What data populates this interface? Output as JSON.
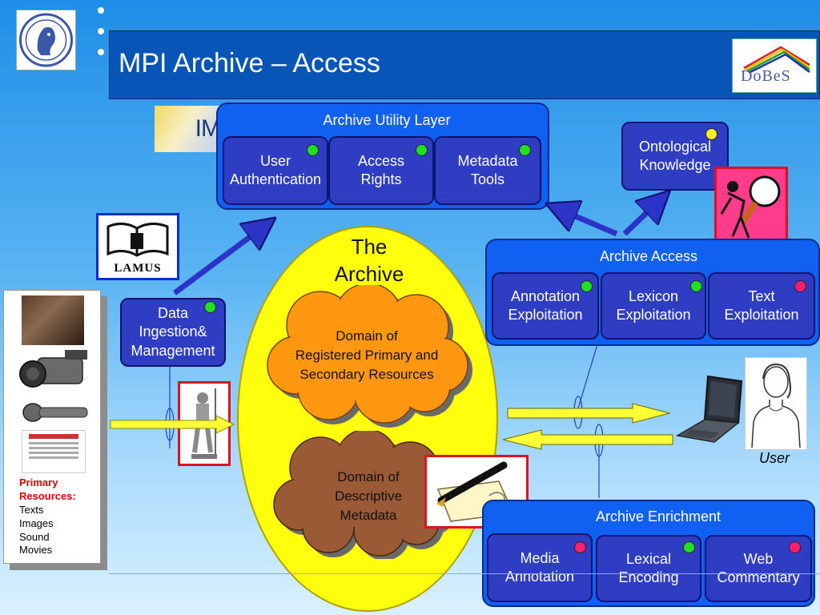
{
  "title": "MPI Archive – Access",
  "logos": {
    "imdi": "IMDI",
    "dobes": "DoBeS",
    "lamus": "LAMUS"
  },
  "utility_layer": {
    "title": "Archive Utility Layer",
    "items": [
      {
        "label_line1": "User",
        "label_line2": "Authentication",
        "status": "green"
      },
      {
        "label_line1": "Access",
        "label_line2": "Rights",
        "status": "green"
      },
      {
        "label_line1": "Metadata",
        "label_line2": "Tools",
        "status": "green"
      }
    ]
  },
  "ontological": {
    "line1": "Ontological",
    "line2": "Knowledge",
    "status": "yellow"
  },
  "ingestion": {
    "line1": "Data",
    "line2": "Ingestion&",
    "line3": "Management",
    "status": "green"
  },
  "archive": {
    "title_line1": "The",
    "title_line2": "Archive",
    "registered": {
      "line1": "Domain of",
      "line2": "Registered Primary and",
      "line3": "Secondary Resources"
    },
    "descriptive": {
      "line1": "Domain of",
      "line2": "Descriptive",
      "line3": "Metadata"
    }
  },
  "archive_access": {
    "title": "Archive Access",
    "items": [
      {
        "label_line1": "Annotation",
        "label_line2": "Exploitation",
        "status": "green"
      },
      {
        "label_line1": "Lexicon",
        "label_line2": "Exploitation",
        "status": "green"
      },
      {
        "label_line1": "Text",
        "label_line2": "Exploitation",
        "status": "red"
      }
    ]
  },
  "archive_enrichment": {
    "title": "Archive Enrichment",
    "items": [
      {
        "label_line1": "Media",
        "label_line2": "Annotation",
        "status": "red"
      },
      {
        "label_line1": "Lexical",
        "label_line2": "Encoding",
        "status": "green"
      },
      {
        "label_line1": "Web",
        "label_line2": "Commentary",
        "status": "red"
      }
    ]
  },
  "primary_resources": {
    "title_line1": "Primary",
    "title_line2": "Resources:",
    "items": [
      "Texts",
      "Images",
      "Sound",
      "Movies"
    ]
  },
  "user_label": "User",
  "colors": {
    "title_bar": "#0755b7",
    "layer": "#1060f2",
    "box": "#2f3dc2",
    "archive": "#ffff0d",
    "cloud_registered": "#ff9810",
    "cloud_descriptive": "#9b5a36",
    "arrow": "#2c34c8",
    "flow_arrow": "#ffff33"
  }
}
